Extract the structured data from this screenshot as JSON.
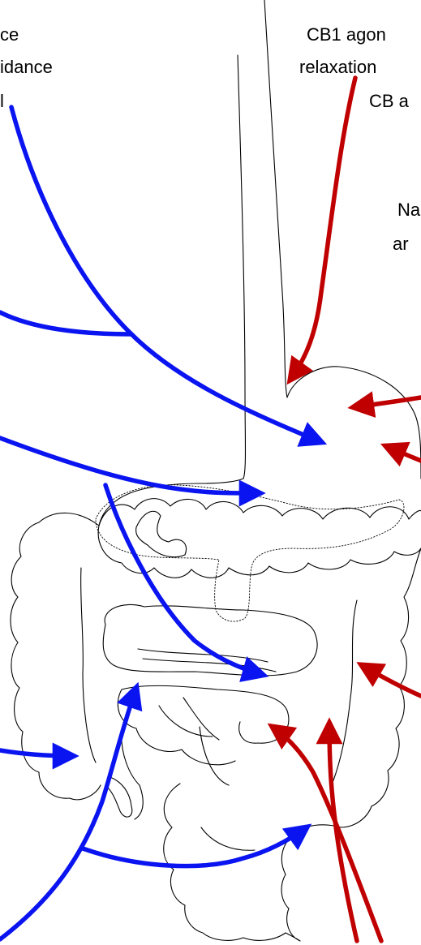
{
  "labels": {
    "left_line1": "ce",
    "left_line2": "idance",
    "left_line3": "l",
    "right_line1": "CB1 agon",
    "right_line2": "relaxation",
    "right_line3": "CB a",
    "right_line4": "Na",
    "right_line5": "ar"
  },
  "colors": {
    "blue_arrow": "#0a14f0",
    "red_arrow": "#c00000",
    "outline": "#000000"
  }
}
